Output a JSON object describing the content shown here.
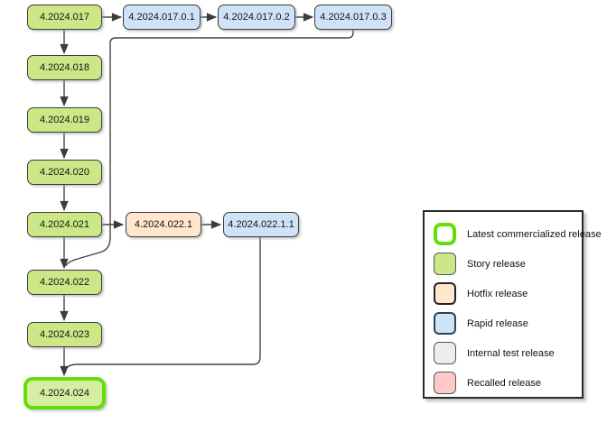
{
  "nodes": [
    {
      "label": "4.2024.017",
      "type": "story"
    },
    {
      "label": "4.2024.017.0.1",
      "type": "rapid"
    },
    {
      "label": "4.2024.017.0.2",
      "type": "rapid"
    },
    {
      "label": "4.2024.017.0.3",
      "type": "rapid"
    },
    {
      "label": "4.2024.018",
      "type": "story"
    },
    {
      "label": "4.2024.019",
      "type": "story"
    },
    {
      "label": "4.2024.020",
      "type": "story"
    },
    {
      "label": "4.2024.021",
      "type": "story"
    },
    {
      "label": "4.2024.022.1",
      "type": "hotfix"
    },
    {
      "label": "4.2024.022.1.1",
      "type": "rapid"
    },
    {
      "label": "4.2024.022",
      "type": "story"
    },
    {
      "label": "4.2024.023",
      "type": "story"
    },
    {
      "label": "4.2024.024",
      "type": "story",
      "latest": true
    }
  ],
  "legend": {
    "items": [
      {
        "label": "Latest commercialized release",
        "swatch": "latest"
      },
      {
        "label": "Story release",
        "swatch": "story"
      },
      {
        "label": "Hotfix release",
        "swatch": "hotfix"
      },
      {
        "label": "Rapid release",
        "swatch": "rapid"
      },
      {
        "label": "Internal test release",
        "swatch": "internal"
      },
      {
        "label": "Recalled release",
        "swatch": "recalled"
      }
    ]
  },
  "colors": {
    "story_fill": "#cbe786",
    "rapid_fill": "#cfe3f8",
    "hotfix_fill": "#ffe6cc",
    "internal_fill": "#ededed",
    "recalled_fill": "#ffc9c9",
    "latest_border": "#62e005",
    "node_border": "#3c3c3c",
    "edge_stroke": "#444444",
    "background": "#ffffff"
  }
}
